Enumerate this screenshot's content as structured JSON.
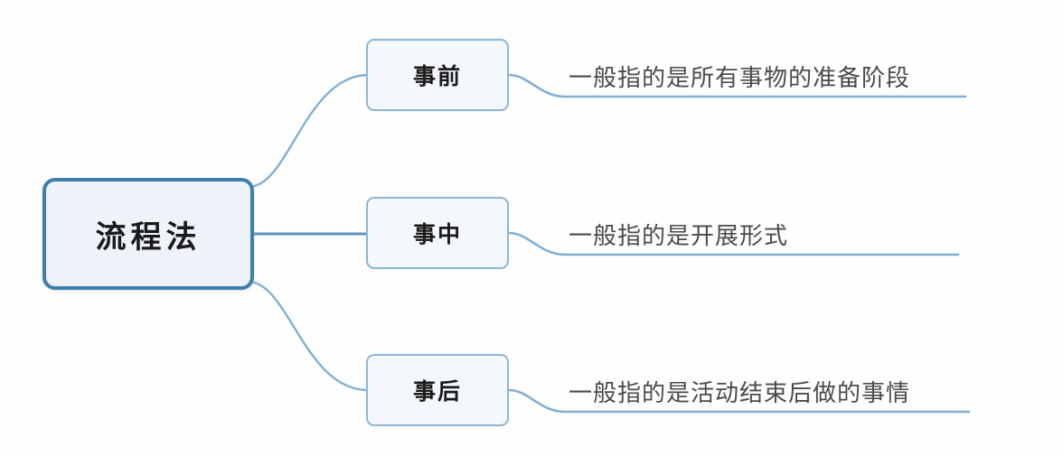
{
  "diagram": {
    "type": "mind-map",
    "title": "流程法",
    "background_color": "#fefefe",
    "root": {
      "label": "流程法",
      "border_color": "#3f7fad",
      "fill_color": "#eef3fa"
    },
    "branch_color": "#7fb0d4",
    "node_border_color": "#8cb6d8",
    "node_fill_color": "#f4f7fb",
    "leaf_text_color": "#4b4b4b",
    "branches": [
      {
        "node_label": "事前",
        "leaf_text": "一般指的是所有事物的准备阶段",
        "underline_color": "#7fb0d4"
      },
      {
        "node_label": "事中",
        "leaf_text": "一般指的是开展形式",
        "underline_color": "#7fb0d4"
      },
      {
        "node_label": "事后",
        "leaf_text": "一般指的是活动结束后做的事情",
        "underline_color": "#7fb0d4"
      }
    ]
  }
}
